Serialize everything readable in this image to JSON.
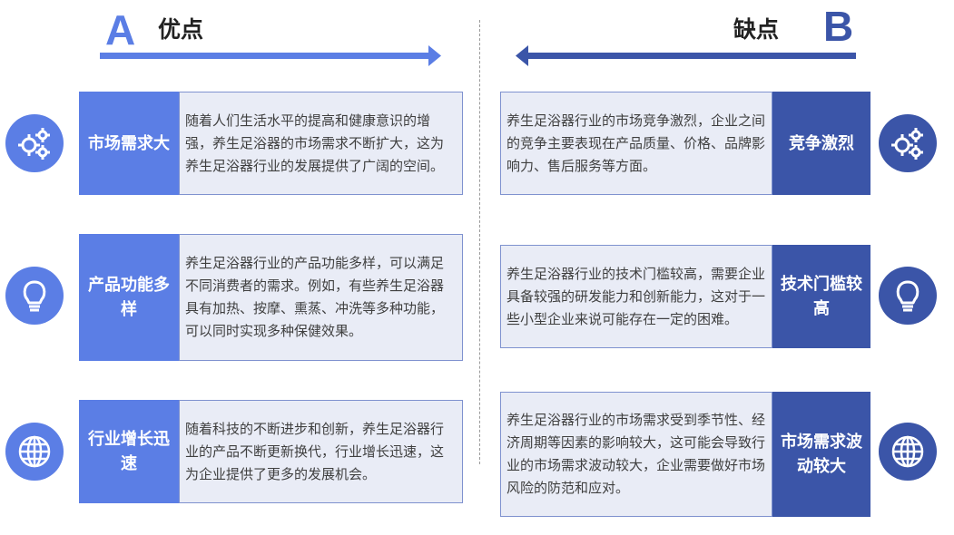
{
  "header": {
    "left_letter": "A",
    "left_title": "优点",
    "right_title": "缺点",
    "right_letter": "B"
  },
  "pros": [
    {
      "label": "市场需求大",
      "text": "随着人们生活水平的提高和健康意识的增强，养生足浴器的市场需求不断扩大，这为养生足浴器行业的发展提供了广阔的空间。",
      "icon": "gears-icon"
    },
    {
      "label": "产品功能多样",
      "text": "养生足浴器行业的产品功能多样，可以满足不同消费者的需求。例如，有些养生足浴器具有加热、按摩、熏蒸、冲洗等多种功能，可以同时实现多种保健效果。",
      "icon": "lightbulb-icon"
    },
    {
      "label": "行业增长迅速",
      "text": "随着科技的不断进步和创新，养生足浴器行业的产品不断更新换代，行业增长迅速，这为企业提供了更多的发展机会。",
      "icon": "globe-icon"
    }
  ],
  "cons": [
    {
      "label": "竞争激烈",
      "text": "养生足浴器行业的市场竞争激烈，企业之间的竞争主要表现在产品质量、价格、品牌影响力、售后服务等方面。",
      "icon": "gears-icon"
    },
    {
      "label": "技术门槛较高",
      "text": "养生足浴器行业的技术门槛较高，需要企业具备较强的研发能力和创新能力，这对于一些小型企业来说可能存在一定的困难。",
      "icon": "lightbulb-icon"
    },
    {
      "label": "市场需求波动较大",
      "text": "养生足浴器行业的市场需求受到季节性、经济周期等因素的影响较大，这可能会导致行业的市场需求波动较大，企业需要做好市场风险的防范和应对。",
      "icon": "globe-icon"
    }
  ],
  "colors": {
    "pros_accent": "#5b7ee5",
    "cons_accent": "#3b55a8",
    "text_box_bg": "#e9ecf6",
    "text_box_border": "#7f92cf"
  }
}
